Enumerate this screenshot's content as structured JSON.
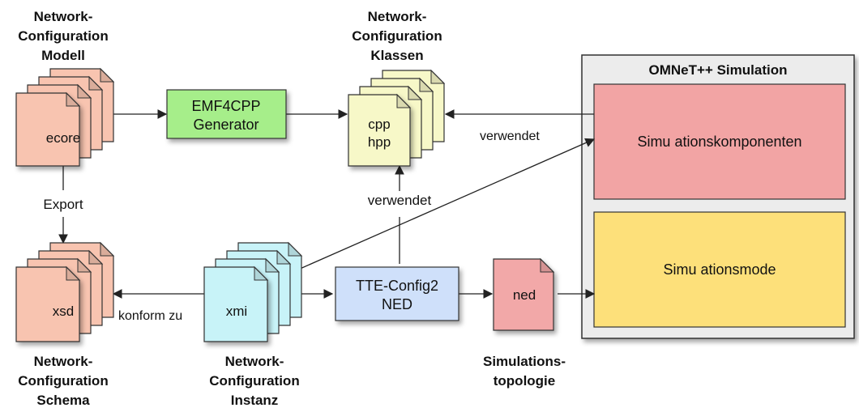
{
  "nodes": {
    "model_title": [
      "Network-",
      "Configuration",
      "Modell"
    ],
    "model_doc": "ecore",
    "classes_title": [
      "Network-",
      "Configuration",
      "Klassen"
    ],
    "classes_doc": [
      "cpp",
      "hpp"
    ],
    "generator": [
      "EMF4CPP",
      "Generator"
    ],
    "schema_doc": "xsd",
    "schema_title": [
      "Network-",
      "Configuration",
      "Schema"
    ],
    "instance_doc": "xmi",
    "instance_title": [
      "Network-",
      "Configuration",
      "Instanz"
    ],
    "converter": [
      "TTE-Config2",
      "NED"
    ],
    "ned_doc": "ned",
    "topology_title": [
      "Simulations-",
      "topologie"
    ],
    "omnet_title": "OMNeT++ Simulation",
    "components": "Simu ationskomponenten",
    "model_box": "Simu ationsmode"
  },
  "edges": {
    "export": "Export",
    "conform": "konform zu",
    "uses_cpp": "verwendet",
    "uses_sim": "verwendet"
  },
  "colors": {
    "ecore": "#f8c4b0",
    "cpp": "#f7f8c8",
    "generator": "#a6ee8a",
    "xsd": "#f8c4b0",
    "xmi": "#c8f3f8",
    "converter": "#cfe0fa",
    "ned": "#f2a8a8",
    "omnet_bg": "#ececec",
    "components": "#f2a4a4",
    "model_box": "#fde07a"
  }
}
